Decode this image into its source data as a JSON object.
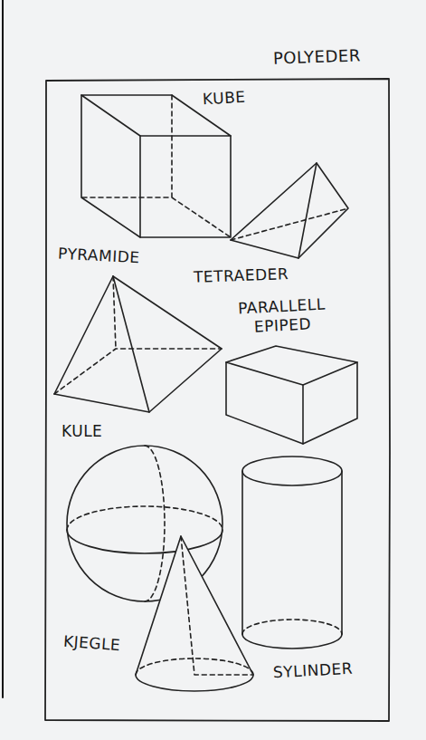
{
  "diagram": {
    "title": "POLYEDER",
    "labels": [
      "KUBE",
      "PYRAMIDE",
      "TETRAEDER",
      "PARALLELL EPIPED",
      "KULE",
      "KJEGLE",
      "SYLINDER"
    ]
  }
}
